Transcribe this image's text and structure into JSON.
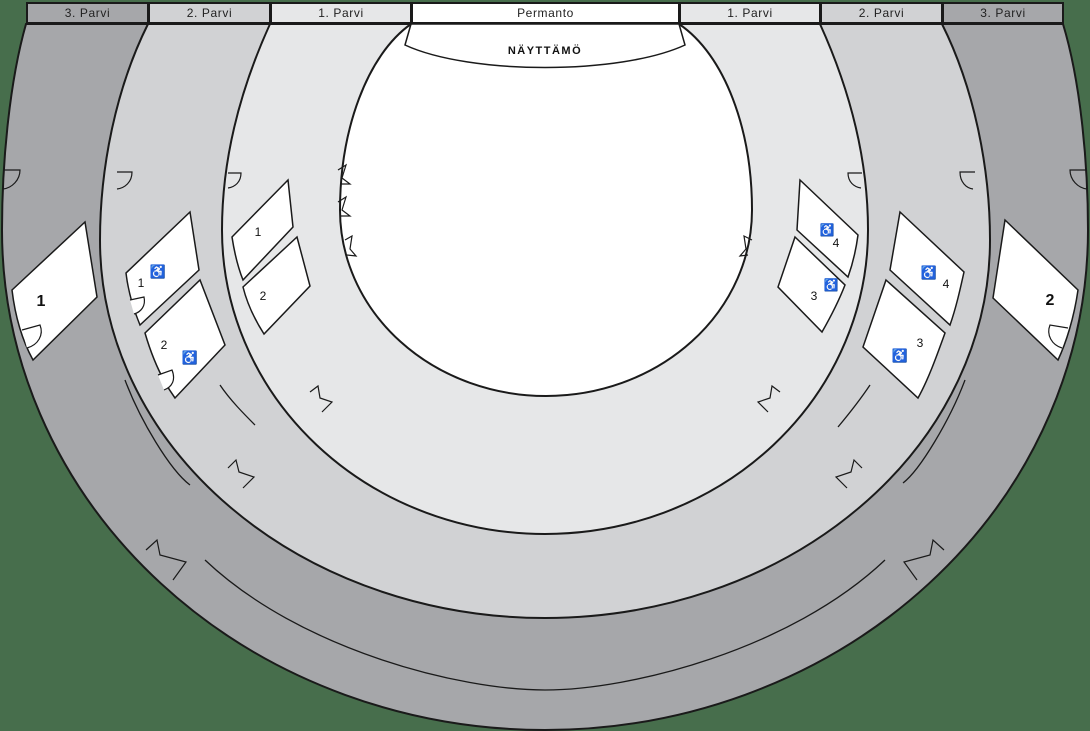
{
  "header": {
    "tabs": [
      {
        "label": "3. Parvi",
        "tier": "3"
      },
      {
        "label": "2. Parvi",
        "tier": "2"
      },
      {
        "label": "1. Parvi",
        "tier": "1"
      },
      {
        "label": "Permanto",
        "tier": "0"
      },
      {
        "label": "1. Parvi",
        "tier": "1"
      },
      {
        "label": "2. Parvi",
        "tier": "2"
      },
      {
        "label": "3. Parvi",
        "tier": "3"
      }
    ]
  },
  "stage": {
    "label": "NÄYTTÄMÖ"
  },
  "boxes": {
    "tier3_left": {
      "label": "1"
    },
    "tier3_right": {
      "label": "2"
    },
    "tier2_left_1": {
      "label": "1",
      "accessible": true
    },
    "tier2_left_2": {
      "label": "2",
      "accessible": true
    },
    "tier2_right_4": {
      "label": "4",
      "accessible": true
    },
    "tier2_right_3": {
      "label": "3",
      "accessible": true
    },
    "tier1_left_1": {
      "label": "1",
      "accessible": false
    },
    "tier1_left_2": {
      "label": "2",
      "accessible": false
    },
    "tier1_right_4": {
      "label": "4",
      "accessible": true
    },
    "tier1_right_3": {
      "label": "3",
      "accessible": true
    }
  },
  "icons": {
    "wheelchair": "♿"
  },
  "colors": {
    "background": "#476e4c",
    "tier3": "#a6a7aa",
    "tier2": "#d1d2d4",
    "tier1": "#e6e7e8",
    "permanto": "#ffffff",
    "outline": "#1a1a1a"
  }
}
